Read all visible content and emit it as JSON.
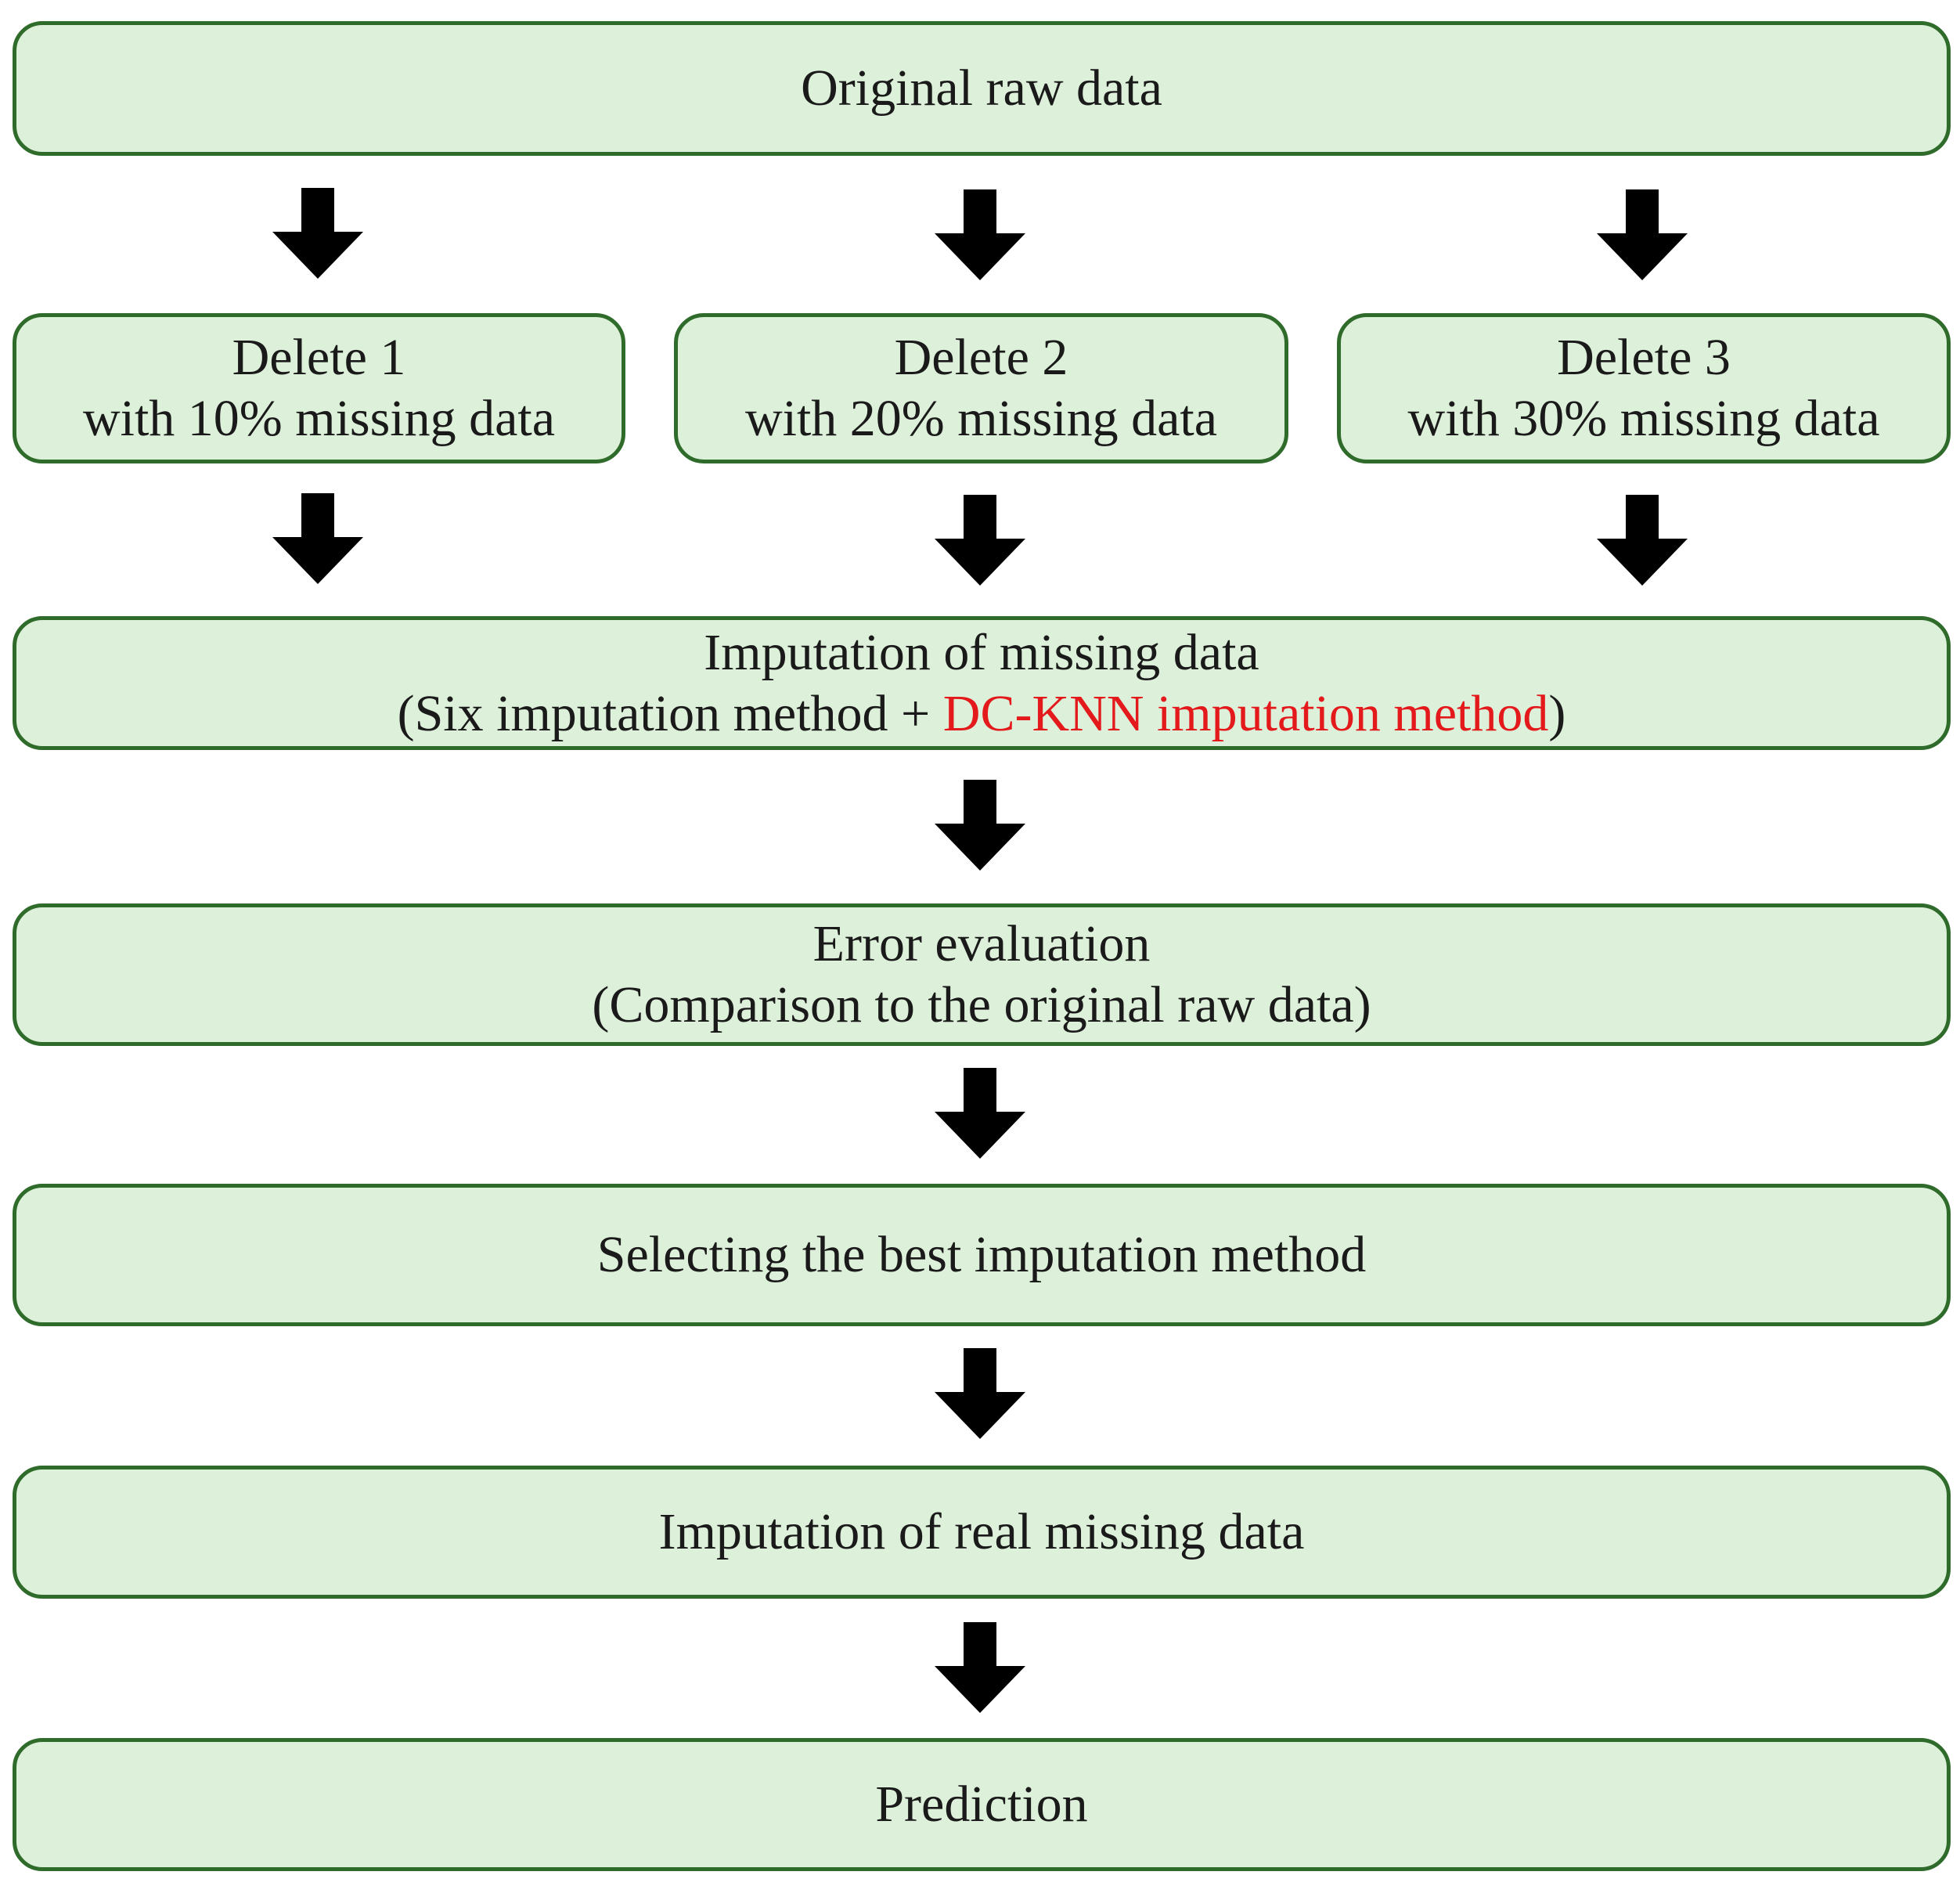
{
  "flow": {
    "raw": {
      "text": "Original raw data"
    },
    "deletes": [
      {
        "title": "Delete 1",
        "subtitle": "with 10% missing data"
      },
      {
        "title": "Delete 2",
        "subtitle": "with 20% missing data"
      },
      {
        "title": "Delete 3",
        "subtitle": "with 30% missing data"
      }
    ],
    "imputation": {
      "title": "Imputation of missing data",
      "detail_prefix": "(Six imputation method + ",
      "detail_highlight": "DC-KNN imputation method",
      "detail_suffix": ")"
    },
    "error": {
      "title": "Error evaluation",
      "detail": "(Comparison to the original raw data)"
    },
    "select": {
      "text": "Selecting the best imputation method"
    },
    "real": {
      "text": "Imputation of real missing data"
    },
    "prediction": {
      "text": "Prediction"
    }
  },
  "colors": {
    "box_fill": "#ddf0d9",
    "box_border": "#2f6b2a",
    "highlight": "#e3191c",
    "arrow": "#000000"
  },
  "icons": {
    "arrow": "arrow-down-icon"
  }
}
